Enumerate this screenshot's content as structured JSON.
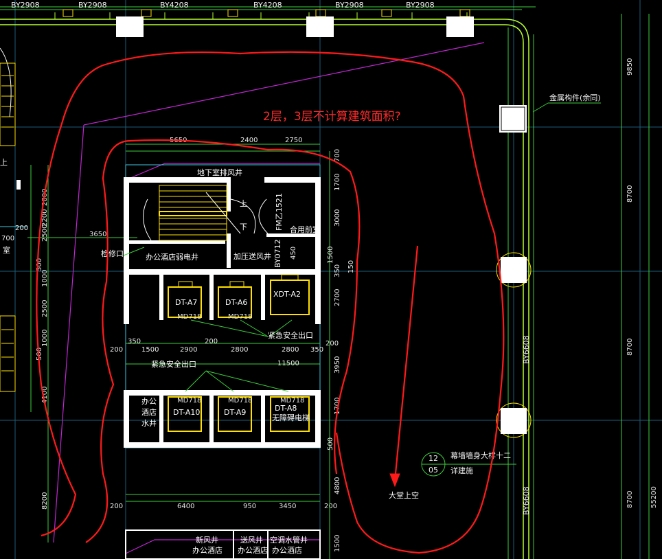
{
  "annotation": {
    "question": "2层，3层不计算建筑面积?",
    "arrow_label": "大堂上空",
    "color": "#ff2a2a"
  },
  "top_labels": [
    "BY2908",
    "BY2908",
    "BY4208",
    "BY4208",
    "BY2908",
    "BY2908"
  ],
  "right_labels": {
    "metal": "金属构件(余同)",
    "by1": "BY6608",
    "by2": "BY6608"
  },
  "detail_callout": {
    "top": "12",
    "bottom": "05",
    "text1": "幕墙墙身大样十二",
    "text2": "详建施"
  },
  "rooms": {
    "basement_exhaust": "地下室排风井",
    "up": "上",
    "down": "下",
    "fire_door": "FM乙1521",
    "combined_front": "合用前室",
    "office_hotel_elec": "办公酒店弱电井",
    "pressure_shaft": "加压送风井",
    "access": "检修口",
    "door_byd": "BY0712",
    "door_450": "450",
    "emergency_exit_1": "紧急安全出口",
    "emergency_exit_2": "紧急安全出口",
    "elevators_top": [
      "DT-A7",
      "DT-A6",
      "XDT-A2"
    ],
    "elevators_bottom": [
      "DT-A10",
      "DT-A9",
      "DT-A8"
    ],
    "md_tags": [
      "MD718",
      "MD718",
      "MD718",
      "MD718",
      "MD718"
    ],
    "barrier_free": "无障碍电梯",
    "water_shaft": [
      "办公",
      "酒店",
      "水井"
    ],
    "new_air": [
      "新风井",
      "办公酒店"
    ],
    "exhaust_air": [
      "送风井",
      "办公酒店"
    ],
    "ac_pipe": [
      "空调水管井",
      "办公酒店"
    ],
    "left_room": "室",
    "left_up": "上"
  },
  "dims_top": [
    "5650",
    "2400",
    "2750"
  ],
  "dims_mid": [
    "350",
    "2900",
    "200",
    "2800",
    "2800",
    "350"
  ],
  "dims_mid2": [
    "200",
    "1500",
    "11500"
  ],
  "dims_bottom": [
    "200",
    "6400",
    "950",
    "3450",
    "200"
  ],
  "dims_left": [
    "3650"
  ],
  "dims_right_inner": [
    "700",
    "1700",
    "3000",
    "1500",
    "150",
    "350",
    "2700",
    "200",
    "3950",
    "1700",
    "500",
    "4800",
    "1500"
  ],
  "dims_left_col": [
    "2200",
    "2500",
    "500",
    "1000",
    "2500",
    "1000",
    "500",
    "4100",
    "8200",
    "700",
    "2800",
    "200"
  ],
  "dims_far_right": [
    "9850",
    "8700",
    "8700",
    "8700",
    "55200"
  ]
}
